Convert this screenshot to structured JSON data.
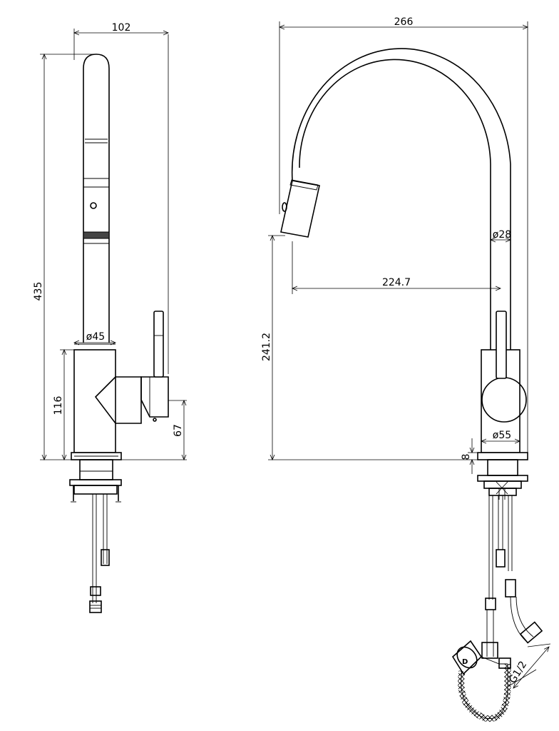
{
  "drawing": {
    "side_view": {
      "width_label": "102",
      "height_label": "435",
      "body_height_label": "116",
      "handle_height_label": "67",
      "spout_diameter_label": "ø45"
    },
    "front_view": {
      "width_label": "266",
      "reach_label": "224.7",
      "spout_height_label": "241.2",
      "spout_diameter_label": "ø28",
      "base_diameter_label": "ø55",
      "base_thickness_label": "8",
      "thread_label": "G1/2"
    }
  }
}
